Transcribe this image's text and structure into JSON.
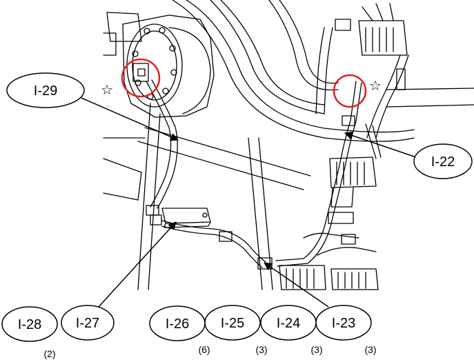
{
  "callouts": {
    "i29": "I-29",
    "i22": "I-22",
    "i28": "I-28",
    "i27": "I-27",
    "i26": "I-26",
    "i25": "I-25",
    "i24": "I-24",
    "i23": "I-23"
  },
  "quantities": {
    "i28": "(2)",
    "i26": "(6)",
    "i25": "(3)",
    "i24": "(3)",
    "i23": "(3)"
  },
  "markers": {
    "star_left": "☆",
    "star_right": "☆"
  },
  "colors": {
    "highlight": "#e02020",
    "line": "#000000"
  }
}
